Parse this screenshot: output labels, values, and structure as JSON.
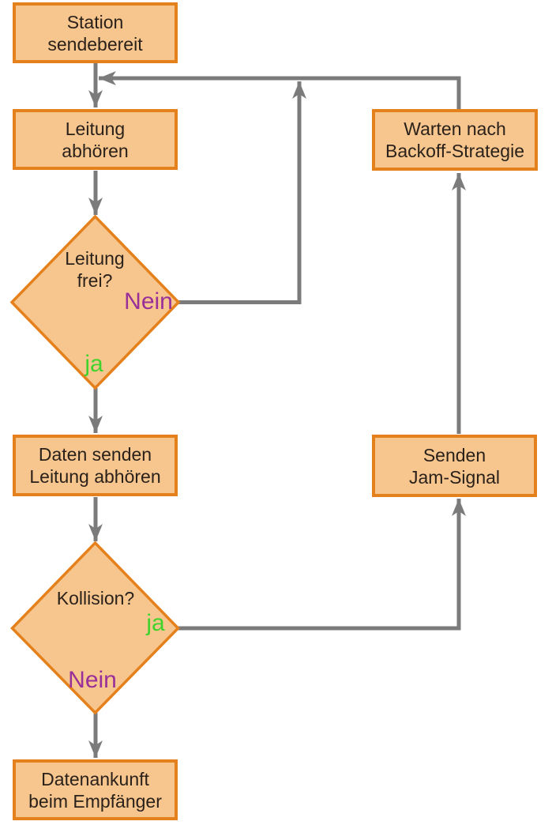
{
  "colors": {
    "node_fill": "#f7c68e",
    "node_border": "#e5811d",
    "arrow": "#7b7b7b",
    "text": "#2a211b",
    "yes": "#41d32d",
    "no": "#992f99",
    "background": "#ffffff"
  },
  "nodes": {
    "station": {
      "label": "Station\nsendebereit"
    },
    "listen": {
      "label": "Leitung\nabhören"
    },
    "line_free": {
      "label": "Leitung\nfrei?"
    },
    "send_data": {
      "label": "Daten senden\nLeitung abhören"
    },
    "collision": {
      "label": "Kollision?"
    },
    "arrival": {
      "label": "Datenankunft\nbeim Empfänger"
    },
    "backoff": {
      "label": "Warten nach\nBackoff-Strategie"
    },
    "jam": {
      "label": "Senden\nJam-Signal"
    }
  },
  "edge_labels": {
    "line_free_no": "Nein",
    "line_free_yes": "ja",
    "collision_yes": "ja",
    "collision_no": "Nein"
  }
}
